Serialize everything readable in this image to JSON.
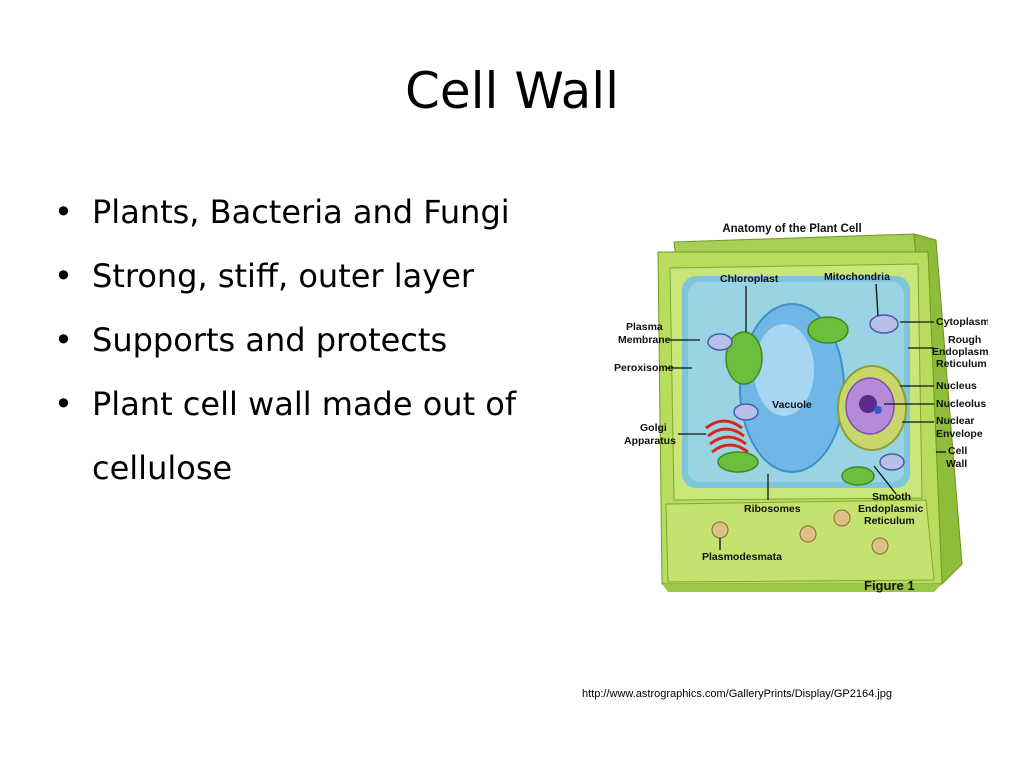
{
  "slide": {
    "title": "Cell Wall",
    "bullets": [
      "Plants, Bacteria and Fungi",
      "Strong, stiff, outer layer",
      "Supports and protects",
      "Plant cell wall made out of cellulose"
    ],
    "source": "http://www.astrographics.com/GalleryPrints/Display/GP2164.jpg"
  },
  "figure": {
    "title": "Anatomy of the Plant Cell",
    "caption": "Figure 1",
    "labels": {
      "chloroplast": "Chloroplast",
      "mitochondria": "Mitochondria",
      "plasma_membrane_1": "Plasma",
      "plasma_membrane_2": "Membrane",
      "peroxisome": "Peroxisome",
      "golgi_1": "Golgi",
      "golgi_2": "Apparatus",
      "vacuole": "Vacuole",
      "cytoplasm": "Cytoplasm",
      "rough_er_1": "Rough",
      "rough_er_2": "Endoplasmic",
      "rough_er_3": "Reticulum",
      "nucleus": "Nucleus",
      "nucleolus": "Nucleolus",
      "nuclear_env_1": "Nuclear",
      "nuclear_env_2": "Envelope",
      "cell_wall_1": "Cell",
      "cell_wall_2": "Wall",
      "smooth_er_1": "Smooth",
      "smooth_er_2": "Endoplasmic",
      "smooth_er_3": "Reticulum",
      "ribosomes": "Ribosomes",
      "plasmodesmata": "Plasmodesmata"
    }
  }
}
